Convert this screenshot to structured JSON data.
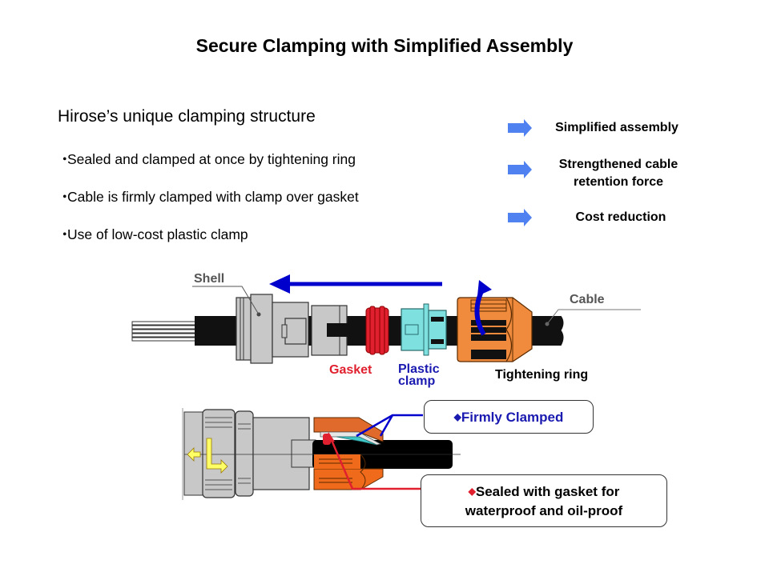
{
  "slide": {
    "title": "Secure Clamping with Simplified Assembly",
    "subtitle": "Hirose’s unique clamping structure",
    "bullet_marker": "・",
    "bullets": [
      "Sealed and clamped  at once by tightening  ring",
      "Cable is firmly clamped  with clamp  over gasket",
      "Use of low-cost plastic clamp"
    ],
    "benefits": [
      {
        "icon": "right-arrow-icon",
        "lines": [
          "Simplified assembly"
        ]
      },
      {
        "icon": "right-arrow-icon",
        "lines": [
          "Strengthened cable",
          "retention force"
        ]
      },
      {
        "icon": "right-arrow-icon",
        "lines": [
          "Cost reduction"
        ]
      }
    ],
    "colors": {
      "arrow_blue": "#4F81F0",
      "motion_arrow_blue": "#0000CC",
      "gasket_red": "#E0202E",
      "clamp_cyan": "#7FE0E0",
      "ring_orange": "#F08A3C",
      "shell_gray": "#C8C8C8",
      "label_gray": "#555555",
      "clamp_label_blue": "#1A1AB0"
    }
  },
  "exploded_view": {
    "labels": {
      "shell": "Shell",
      "cable": "Cable",
      "gasket": "Gasket",
      "plastic_clamp_line1": "Plastic",
      "plastic_clamp_line2": "clamp",
      "tightening_ring": "Tightening ring"
    }
  },
  "assembled_view": {
    "callouts": {
      "firmly_clamped_marker": "◆",
      "firmly_clamped": "Firmly  Clamped",
      "sealed_marker": "◆",
      "sealed_line1": "Sealed with  gasket for",
      "sealed_line2": "waterproof  and oil-proof"
    }
  }
}
